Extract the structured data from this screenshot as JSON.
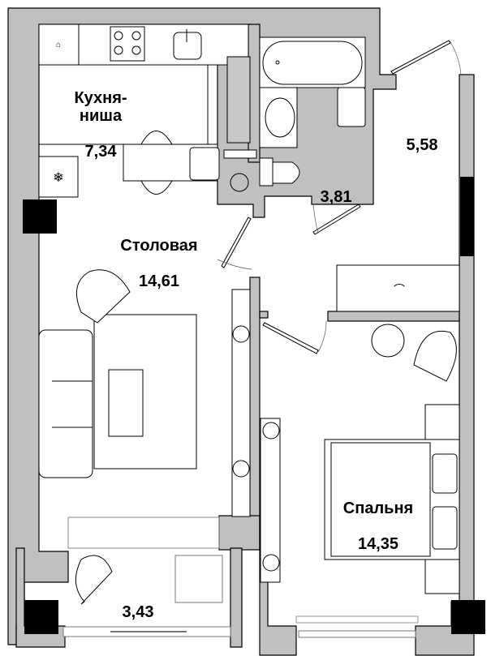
{
  "plan": {
    "wall_color": "#c0c0c0",
    "column_color": "#000000",
    "floor_color": "#ffffff",
    "line_color": "#000000"
  },
  "rooms": [
    {
      "id": "kitchen",
      "name": "Кухня-\nниша",
      "area": "7,34"
    },
    {
      "id": "dining",
      "name": "Столовая",
      "area": "14,61"
    },
    {
      "id": "bathroom",
      "name": "",
      "area": "3,81"
    },
    {
      "id": "hall",
      "name": "",
      "area": "5,58"
    },
    {
      "id": "bedroom",
      "name": "Спальня",
      "area": "14,35"
    },
    {
      "id": "balcony",
      "name": "",
      "area": "3,43"
    }
  ],
  "icons": {
    "stove": "gas-stove-icon",
    "sink": "kitchen-sink-icon",
    "fridge": "snowflake-icon",
    "bathtub": "bathtub-icon",
    "washbasin": "washbasin-icon",
    "toilet": "toilet-icon",
    "washer": "washing-machine-icon",
    "hanger": "hanger-icon",
    "plant": "plant-icon"
  }
}
